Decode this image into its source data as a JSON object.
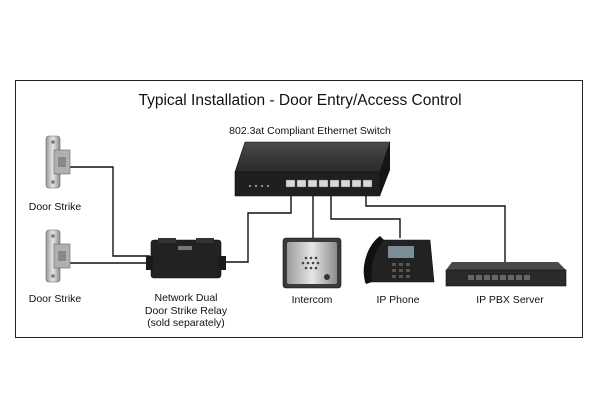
{
  "diagram": {
    "title": "Typical Installation - Door Entry/Access Control",
    "nodes": {
      "switch": {
        "label": "802.3at Compliant Ethernet Switch",
        "icon": "ethernet-switch-icon"
      },
      "door_strike_1": {
        "label": "Door Strike",
        "icon": "door-strike-icon"
      },
      "door_strike_2": {
        "label": "Door Strike",
        "icon": "door-strike-icon"
      },
      "relay": {
        "label_lines": [
          "Network Dual",
          "Door Strike Relay",
          "(sold separately)"
        ],
        "icon": "relay-box-icon"
      },
      "intercom": {
        "label": "Intercom",
        "icon": "intercom-icon"
      },
      "ip_phone": {
        "label": "IP Phone",
        "icon": "ip-phone-icon"
      },
      "pbx": {
        "label": "IP PBX Server",
        "icon": "pbx-server-icon"
      }
    },
    "colors": {
      "border": "#222222",
      "wire": "#111111",
      "device_dark": "#2a2a2a",
      "metal": "#c8c8c8"
    }
  }
}
